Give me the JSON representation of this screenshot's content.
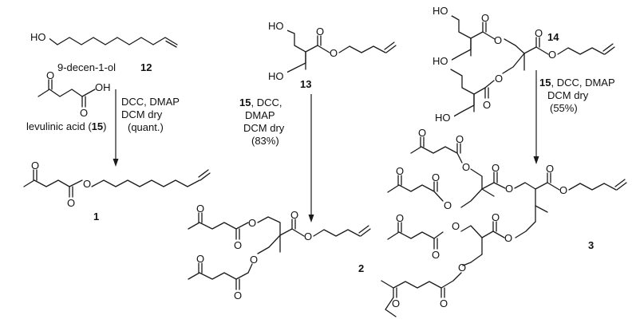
{
  "atoms": {
    "O": "O",
    "OH": "OH",
    "HO": "HO"
  },
  "compounds": {
    "c12": {
      "name": "9-decen-1-ol",
      "number": "12"
    },
    "c15": {
      "name": "levulinic acid (",
      "number": "15",
      "suffix": ")"
    },
    "c1": {
      "number": "1"
    },
    "c13": {
      "number": "13"
    },
    "c2": {
      "number": "2"
    },
    "c14": {
      "number": "14"
    },
    "c3": {
      "number": "3"
    }
  },
  "reactions": {
    "r1": {
      "lines": [
        "DCC, DMAP",
        "DCM dry",
        "(quant.)"
      ]
    },
    "r2": {
      "reagent_number": "15",
      "line1_rest": ", DCC,",
      "lines": [
        "DMAP",
        "DCM dry",
        "(83%)"
      ]
    },
    "r3": {
      "reagent_number": "15",
      "line1_rest": ", DCC, DMAP",
      "lines": [
        "DCM dry",
        "(55%)"
      ]
    }
  }
}
